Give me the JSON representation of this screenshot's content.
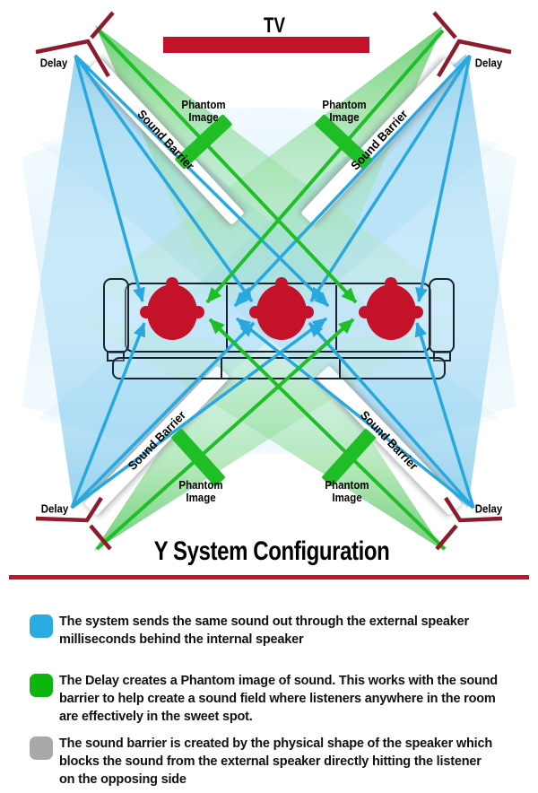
{
  "diagram": {
    "tv_label": "TV",
    "title": "Y System Configuration",
    "delay_label": "Delay",
    "sound_barrier_label": "Sound Barrier",
    "phantom_image_label": "Phantom\nImage",
    "listener_heads": 3,
    "colors": {
      "beam_blue_line": "#29A8E0",
      "beam_blue_cone": "#A9DCF6",
      "beam_green_line": "#1FBE27",
      "beam_green_cone": "#8EDD96",
      "delay_speaker_maroon": "#8C1B2C",
      "tv_and_heads_red": "#C5122B",
      "sound_barrier_white": "#FFFFFF"
    }
  },
  "legend": {
    "items": [
      {
        "name": "delayed-external-sound",
        "swatch_color": "#29ABE2",
        "text": "The system sends the same sound out through the external speaker\nmilliseconds behind the internal speaker"
      },
      {
        "name": "phantom-image-delay",
        "swatch_color": "#0EB50E",
        "text": "The Delay creates a Phantom image of sound. This works with the sound\nbarrier to help create a sound field where listeners anywhere in the room\nare effectively in the sweet spot."
      },
      {
        "name": "sound-barrier",
        "swatch_color": "#A7A9AA",
        "text": "The sound barrier is created by the physical shape of the speaker which\nblocks the sound from the external speaker directly hitting the listener\non the opposing side"
      }
    ]
  }
}
